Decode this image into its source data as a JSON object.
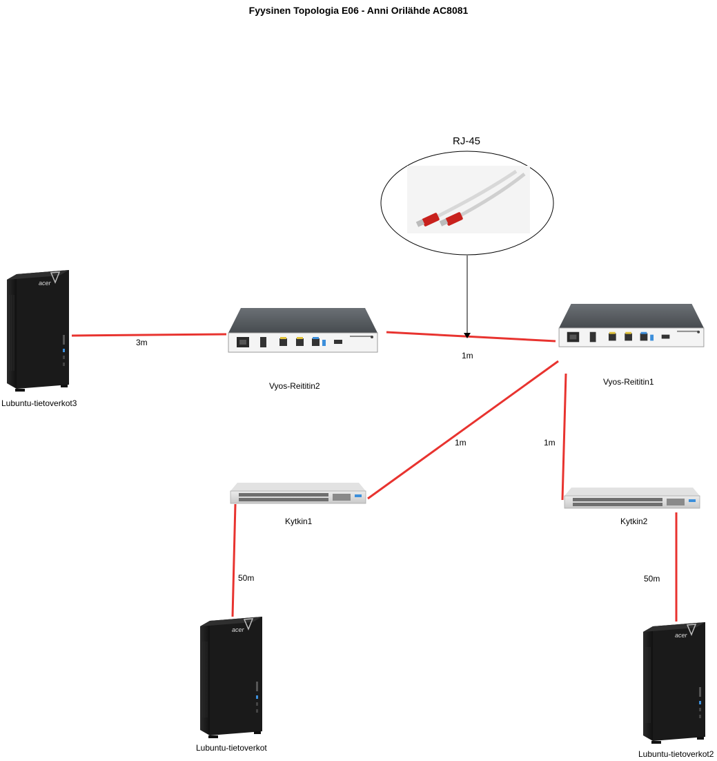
{
  "title": "Fyysinen Topologia E06 - Anni Orilähde AC8081",
  "cable": {
    "label": "RJ-45"
  },
  "devices": {
    "pc3": {
      "label": "Lubuntu-tietoverkot3"
    },
    "pc1": {
      "label": "Lubuntu-tietoverkot"
    },
    "pc2": {
      "label": "Lubuntu-tietoverkot2"
    },
    "router2": {
      "label": "Vyos-Reititin2"
    },
    "router1": {
      "label": "Vyos-Reititin1"
    },
    "switch1": {
      "label": "Kytkin1"
    },
    "switch2": {
      "label": "Kytkin2"
    }
  },
  "links": {
    "pc3_router2": "3m",
    "router2_router1": "1m",
    "router1_switch1": "1m",
    "router1_switch2": "1m",
    "switch1_pc1": "50m",
    "switch2_pc2": "50m"
  },
  "colors": {
    "link": "#e8332f",
    "device_body": "#1c1c1c",
    "router_top": "#555a5e",
    "switch_body": "#d7d7d7"
  }
}
